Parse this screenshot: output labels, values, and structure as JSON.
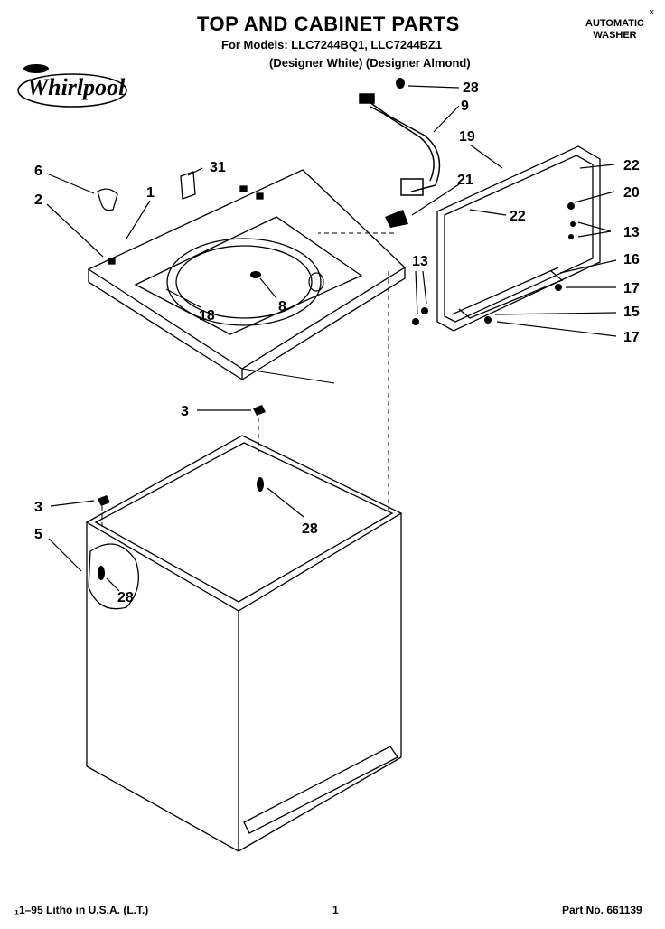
{
  "header": {
    "title": "TOP AND CABINET PARTS",
    "models": "For Models: LLC7244BQ1,  LLC7244BZ1",
    "variants": "(Designer White) (Designer Almond)",
    "product_line1": "AUTOMATIC",
    "product_line2": "WASHER",
    "corner_mark": "×"
  },
  "brand": {
    "logo_text": "Whirlpool"
  },
  "callouts": [
    "28",
    "9",
    "19",
    "21",
    "22",
    "20",
    "13",
    "16",
    "17",
    "15",
    "6",
    "31",
    "1",
    "2",
    "8",
    "18",
    "3",
    "5"
  ],
  "footer": {
    "litho": "₁1–95 Litho in U.S.A. (L.T.)",
    "page_number": "1",
    "part_number": "Part No. 661139"
  }
}
